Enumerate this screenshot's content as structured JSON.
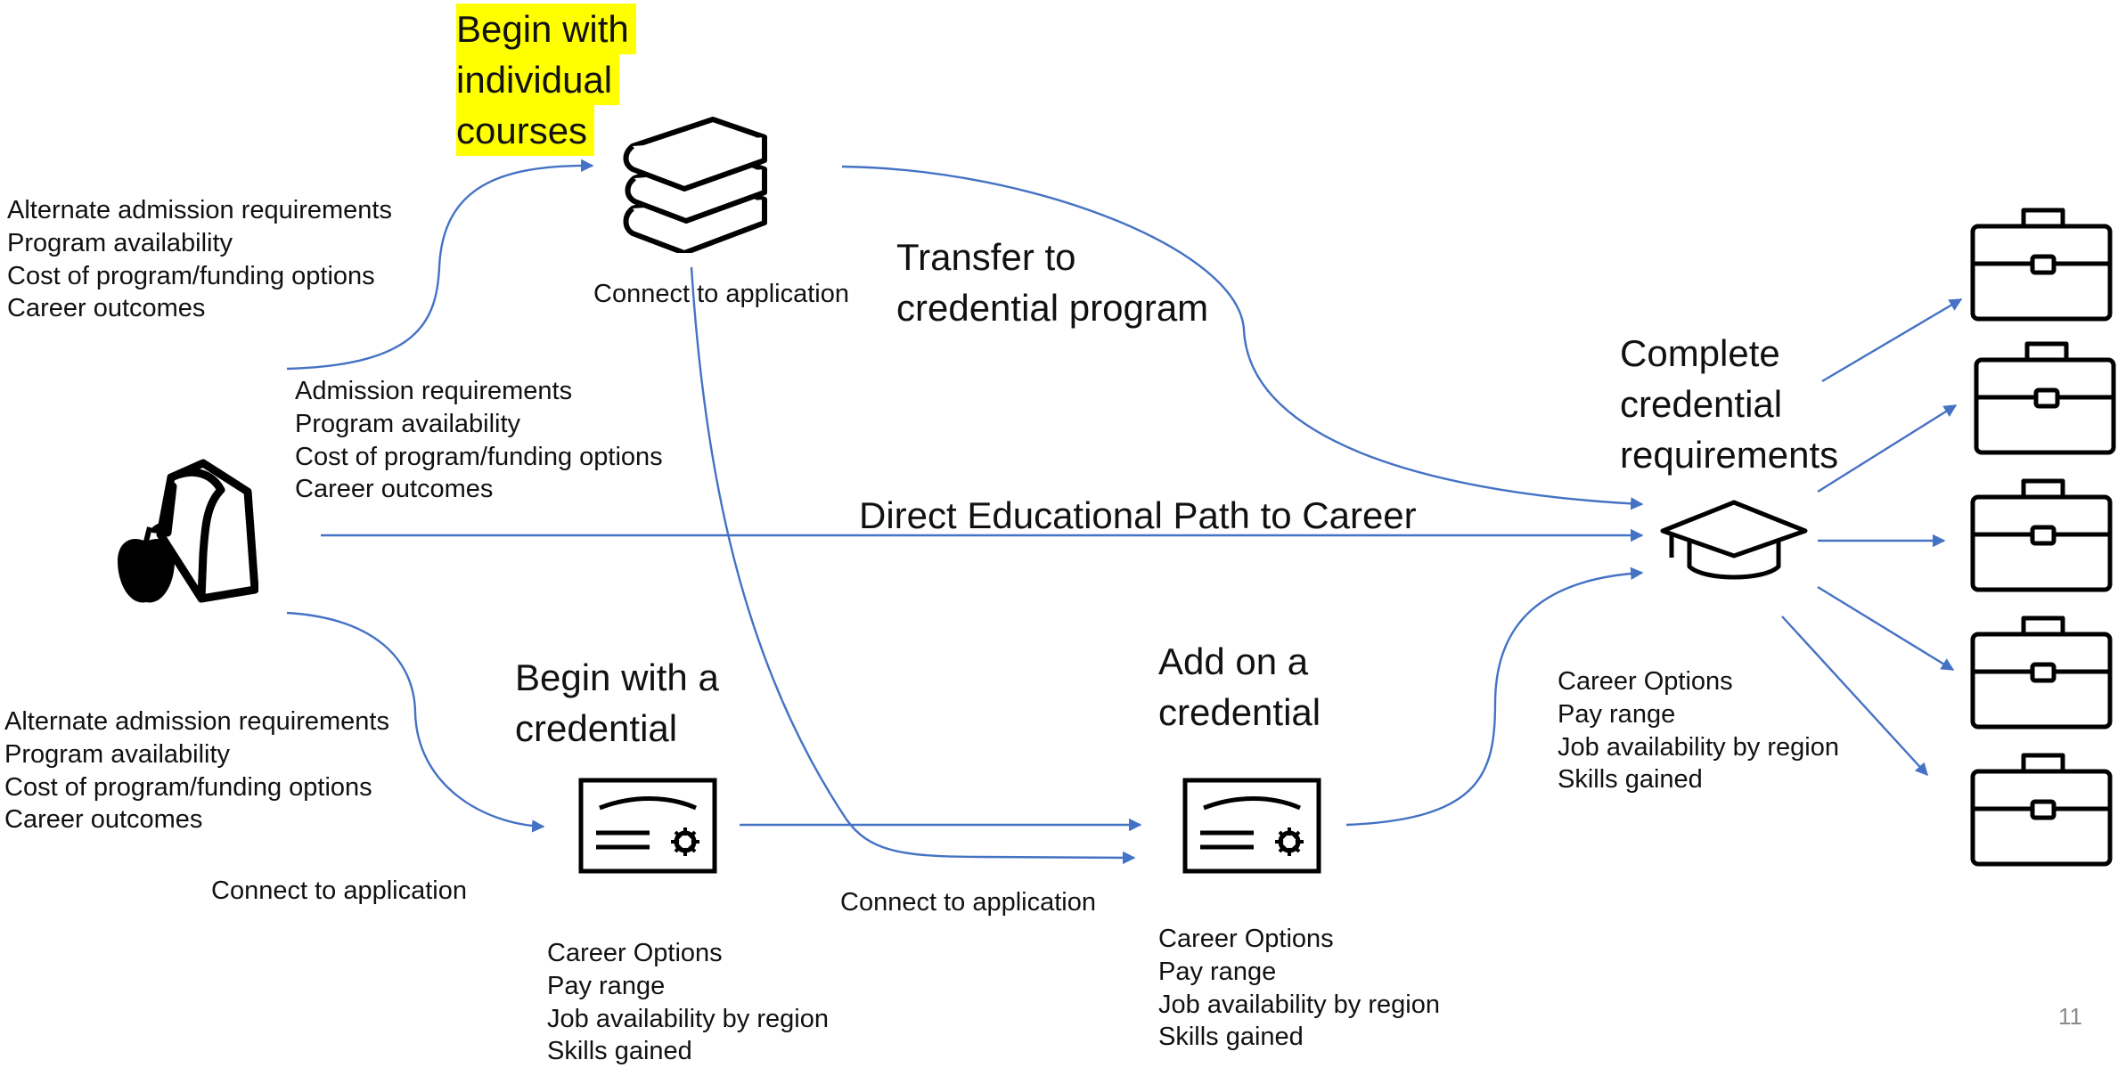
{
  "nodes": {
    "begin_courses": {
      "label_lines": [
        "Begin with",
        "individual",
        "courses"
      ],
      "highlight_color": "#ffff00"
    },
    "transfer": {
      "label_lines": [
        "Transfer to",
        "credential program"
      ]
    },
    "complete": {
      "label_lines": [
        "Complete",
        "credential",
        "requirements"
      ]
    },
    "direct_path": {
      "label": "Direct Educational Path to Career"
    },
    "begin_credential": {
      "label_lines": [
        "Begin with a",
        "credential"
      ]
    },
    "add_credential": {
      "label_lines": [
        "Add on a",
        "credential"
      ]
    }
  },
  "lists": {
    "top_left": [
      "Alternate admission requirements",
      "Program availability",
      "Cost of program/funding options",
      "Career outcomes"
    ],
    "middle": [
      "Admission requirements",
      "Program availability",
      "Cost of program/funding options",
      "Career outcomes"
    ],
    "bottom_left": [
      "Alternate admission requirements",
      "Program availability",
      "Cost of program/funding options",
      "Career outcomes"
    ],
    "career_options_right": [
      "Career Options",
      "Pay range",
      "Job availability by region",
      "Skills gained"
    ],
    "career_options_begin": [
      "Career Options",
      "Pay range",
      "Job availability by region",
      "Skills gained"
    ],
    "career_options_add": [
      "Career Options",
      "Pay range",
      "Job availability by region",
      "Skills gained"
    ]
  },
  "connect_labels": {
    "courses": "Connect to application",
    "begin_credential": "Connect to application",
    "add_credential": "Connect to application"
  },
  "icons": {
    "student": "lunch-bag-apple-icon",
    "courses": "books-stack-icon",
    "credential_begin": "certificate-icon",
    "credential_add": "certificate-icon",
    "graduation": "graduation-cap-icon",
    "careers": [
      "briefcase-icon",
      "briefcase-icon",
      "briefcase-icon",
      "briefcase-icon",
      "briefcase-icon"
    ]
  },
  "colors": {
    "arrow": "#4472c4",
    "highlight": "#ffff00",
    "page_number": "#8a8a8a"
  },
  "page_number": "11"
}
